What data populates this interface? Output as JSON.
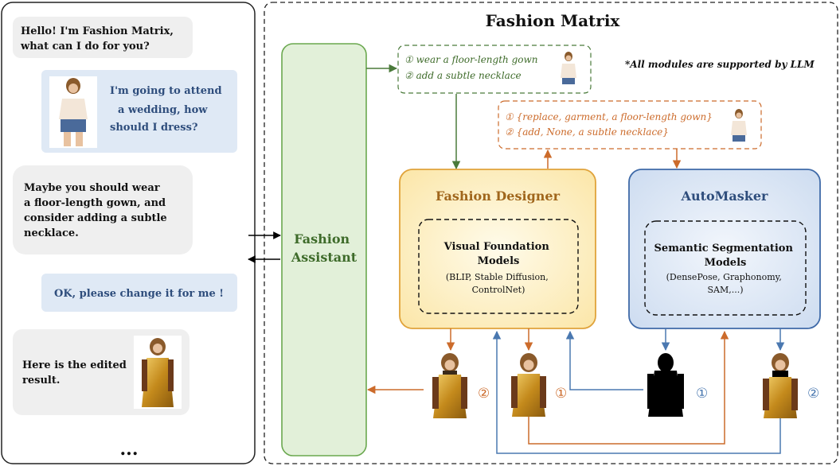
{
  "title": "Fashion Matrix",
  "note": "*All modules are supported by LLM",
  "chat": {
    "msg1": [
      "Hello! I'm Fashion Matrix,",
      "what can I do for you?"
    ],
    "msg2": [
      "I'm going to attend",
      "a wedding, how",
      "should I dress?"
    ],
    "msg3": [
      "Maybe you should wear",
      "a floor-length gown, and",
      "consider adding a subtle",
      "necklace."
    ],
    "msg4": "OK, please change it for me !",
    "msg5": [
      "Here is the edited",
      "result."
    ],
    "ellipsis": "..."
  },
  "assistant": [
    "Fashion",
    "Assistant"
  ],
  "plan_box": [
    "① wear a floor-length gown",
    "② add a subtle necklace"
  ],
  "parsed_box": [
    "① {replace, garment, a floor-length gown}",
    "② {add, None, a subtle necklace}"
  ],
  "designer": {
    "title": "Fashion Designer",
    "inner_title": [
      "Visual Foundation",
      "Models"
    ],
    "inner_sub": [
      "(BLIP, Stable Diffusion,",
      "ControlNet)"
    ]
  },
  "automasker": {
    "title": "AutoMasker",
    "inner_title": [
      "Semantic Segmentation",
      "Models"
    ],
    "inner_sub": [
      "(DensePose, Graphonomy,",
      "SAM,...)"
    ]
  },
  "step_labels": {
    "result2": "②",
    "result1": "①",
    "mask1": "①",
    "mask2": "②"
  },
  "colors": {
    "green": "#4a7a3a",
    "orange": "#cc6b2b",
    "blue": "#4a78b0",
    "navy": "#2e4d7c",
    "designer_fill": "#fdf0c8",
    "designer_stroke": "#e0a33b",
    "automasker_fill": "#dce7f5",
    "automasker_stroke": "#3f6aa8",
    "assistant_fill": "#e2f0d9",
    "assistant_stroke": "#6aa84f"
  }
}
